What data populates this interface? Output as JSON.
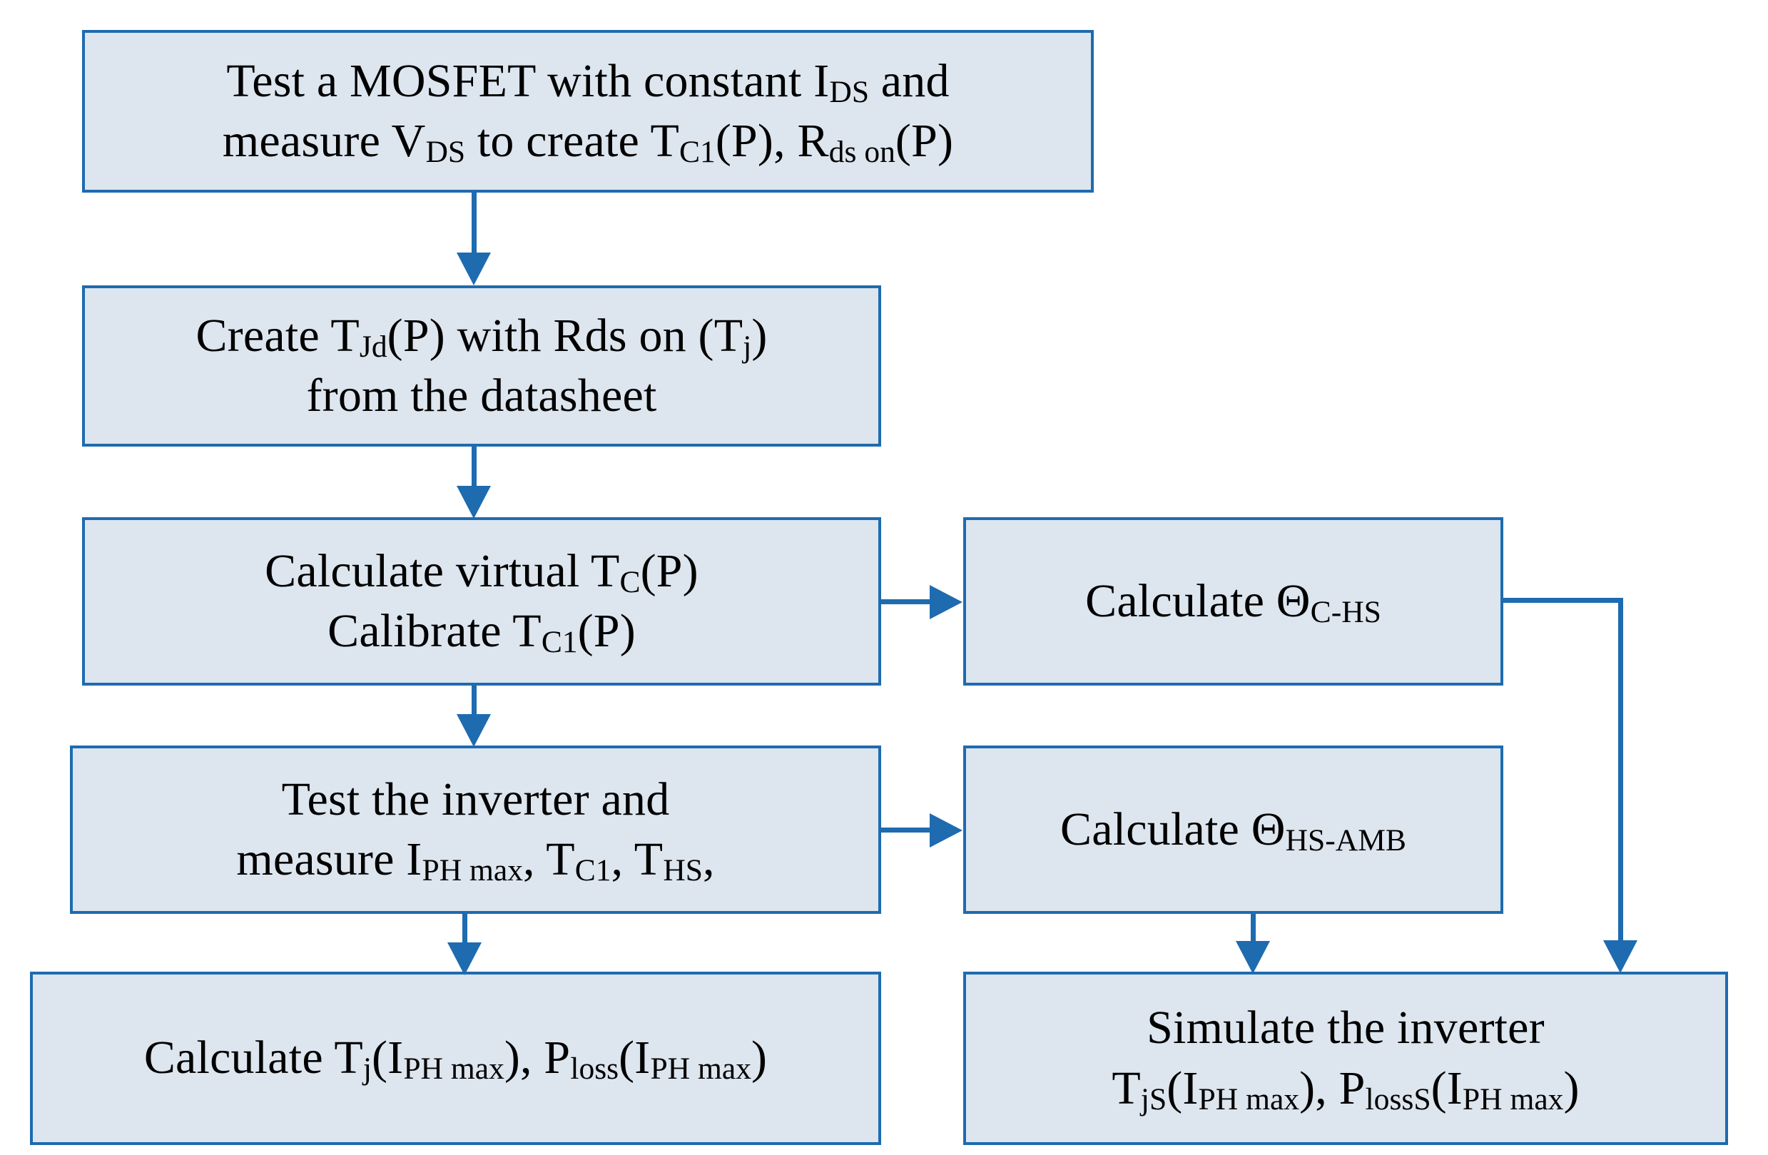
{
  "diagram": {
    "title": "MOSFET thermal characterization and inverter simulation flowchart",
    "colors": {
      "node_fill": "#dde5ee",
      "node_border": "#1e6bb0",
      "connector": "#1e6bb0",
      "text": "#000000",
      "background": "#ffffff"
    },
    "nodes": [
      {
        "id": "test-mosfet",
        "lines": [
          "Test a MOSFET with constant I<sub>DS</sub> and",
          "measure V<sub>DS</sub> to create T<sub>C1</sub>(P), R<sub>ds on</sub>(P)"
        ],
        "line1_plain": "Test a MOSFET with constant IDS and",
        "line2_plain": "measure VDS to create TC1(P), Rds on(P)"
      },
      {
        "id": "create-tjd",
        "lines": [
          "Create T<sub>Jd</sub>(P) with Rds on (T<sub>j</sub>)",
          "from the datasheet"
        ],
        "line1_plain": "Create TJd(P) with Rds on (Tj)",
        "line2_plain": "from the datasheet"
      },
      {
        "id": "calc-virtual",
        "lines": [
          "Calculate virtual T<sub>C</sub>(P)",
          "Calibrate T<sub>C1</sub>(P)"
        ],
        "line1_plain": "Calculate virtual TC(P)",
        "line2_plain": "Calibrate TC1(P)"
      },
      {
        "id": "calc-chs",
        "lines": [
          "Calculate &Theta;<sub>C-HS</sub>"
        ],
        "line1_plain": "Calculate ΘC-HS"
      },
      {
        "id": "test-inverter",
        "lines": [
          "Test the inverter and",
          "measure I<sub>PH max</sub>, T<sub>C1</sub>, T<sub>HS</sub>,"
        ],
        "line1_plain": "Test the inverter and",
        "line2_plain": "measure IPH max, TC1, THS,"
      },
      {
        "id": "calc-hsamb",
        "lines": [
          "Calculate &Theta;<sub>HS-AMB</sub>"
        ],
        "line1_plain": "Calculate ΘHS-AMB"
      },
      {
        "id": "calc-tj",
        "lines": [
          "Calculate T<sub>j</sub>(I<sub>PH max</sub>), P<sub>loss</sub>(I<sub>PH max</sub>)"
        ],
        "line1_plain": "Calculate Tj(IPH max), Ploss(IPH max)"
      },
      {
        "id": "sim-inverter",
        "lines": [
          "Simulate the inverter",
          "T<sub>jS</sub>(I<sub>PH max</sub>), P<sub>lossS</sub>(I<sub>PH max</sub>)"
        ],
        "line1_plain": "Simulate the inverter",
        "line2_plain": "TjS(IPH max), PlossS(IPH max)"
      }
    ],
    "edges": [
      {
        "id": "e1",
        "from": "test-mosfet",
        "to": "create-tjd",
        "direction": "down"
      },
      {
        "id": "e2",
        "from": "create-tjd",
        "to": "calc-virtual",
        "direction": "down"
      },
      {
        "id": "e3",
        "from": "calc-virtual",
        "to": "calc-chs",
        "direction": "right"
      },
      {
        "id": "e4",
        "from": "calc-virtual",
        "to": "test-inverter",
        "direction": "down"
      },
      {
        "id": "e5",
        "from": "test-inverter",
        "to": "calc-hsamb",
        "direction": "right"
      },
      {
        "id": "e6",
        "from": "test-inverter",
        "to": "calc-tj",
        "direction": "down"
      },
      {
        "id": "e7",
        "from": "calc-hsamb",
        "to": "sim-inverter",
        "direction": "down"
      },
      {
        "id": "e8",
        "from": "calc-chs",
        "to": "sim-inverter",
        "direction": "right-down-elbow"
      }
    ]
  }
}
